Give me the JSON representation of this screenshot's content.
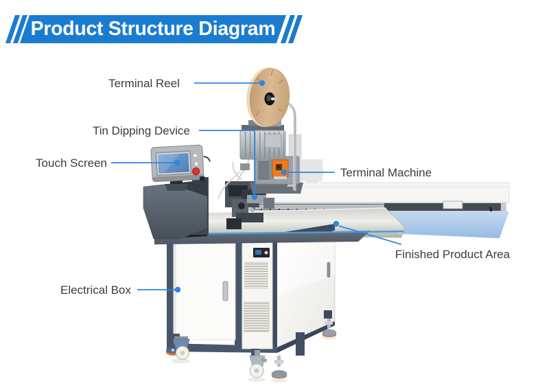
{
  "header": {
    "title": "Product Structure Diagram"
  },
  "diagram": {
    "labels": {
      "terminal_reel": "Terminal Reel",
      "tin_dipping_device": "Tin Dipping Device",
      "touch_screen": "Touch Screen",
      "terminal_machine": "Terminal Machine",
      "finished_product_area": "Finished Product Area",
      "electrical_box": "Electrical Box"
    }
  },
  "colors": {
    "banner_blue": "#1b7ccf",
    "leader_line_blue": "#2f86e0",
    "machine_accent_orange": "#ef7a1f",
    "reel_tan": "#d4b08a",
    "cabinet_slate": "#49566a"
  }
}
